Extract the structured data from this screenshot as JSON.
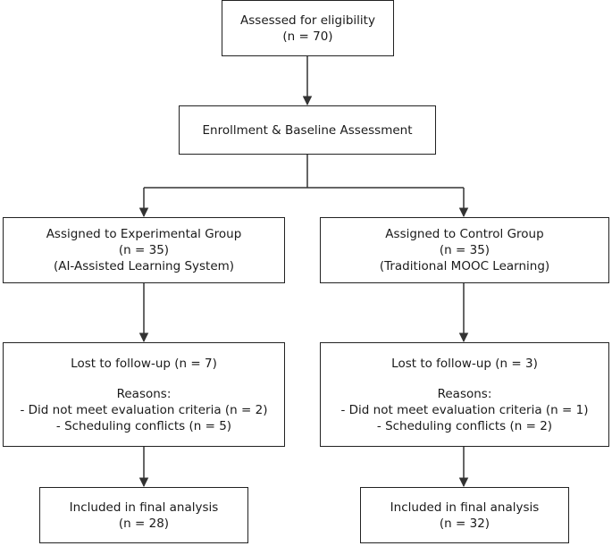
{
  "eligibility": {
    "title": "Assessed for eligibility",
    "n": "(n = 70)"
  },
  "enrollment": {
    "title": "Enrollment & Baseline Assessment"
  },
  "experimental": {
    "assigned": {
      "title": "Assigned to Experimental Group",
      "n": "(n = 35)",
      "note": "(AI-Assisted Learning System)"
    },
    "lost": {
      "title": "Lost to follow-up (n = 7)",
      "reasons_label": "Reasons:",
      "reason_1": "- Did not meet evaluation criteria (n = 2)",
      "reason_2": "- Scheduling conflicts (n = 5)"
    },
    "analysis": {
      "title": "Included in final analysis",
      "n": "(n = 28)"
    }
  },
  "control": {
    "assigned": {
      "title": "Assigned to Control Group",
      "n": "(n = 35)",
      "note": "(Traditional MOOC Learning)"
    },
    "lost": {
      "title": "Lost to follow-up (n = 3)",
      "reasons_label": "Reasons:",
      "reason_1": "- Did not meet evaluation criteria (n = 1)",
      "reason_2": "- Scheduling conflicts (n = 2)"
    },
    "analysis": {
      "title": "Included in final analysis",
      "n": "(n = 32)"
    }
  }
}
